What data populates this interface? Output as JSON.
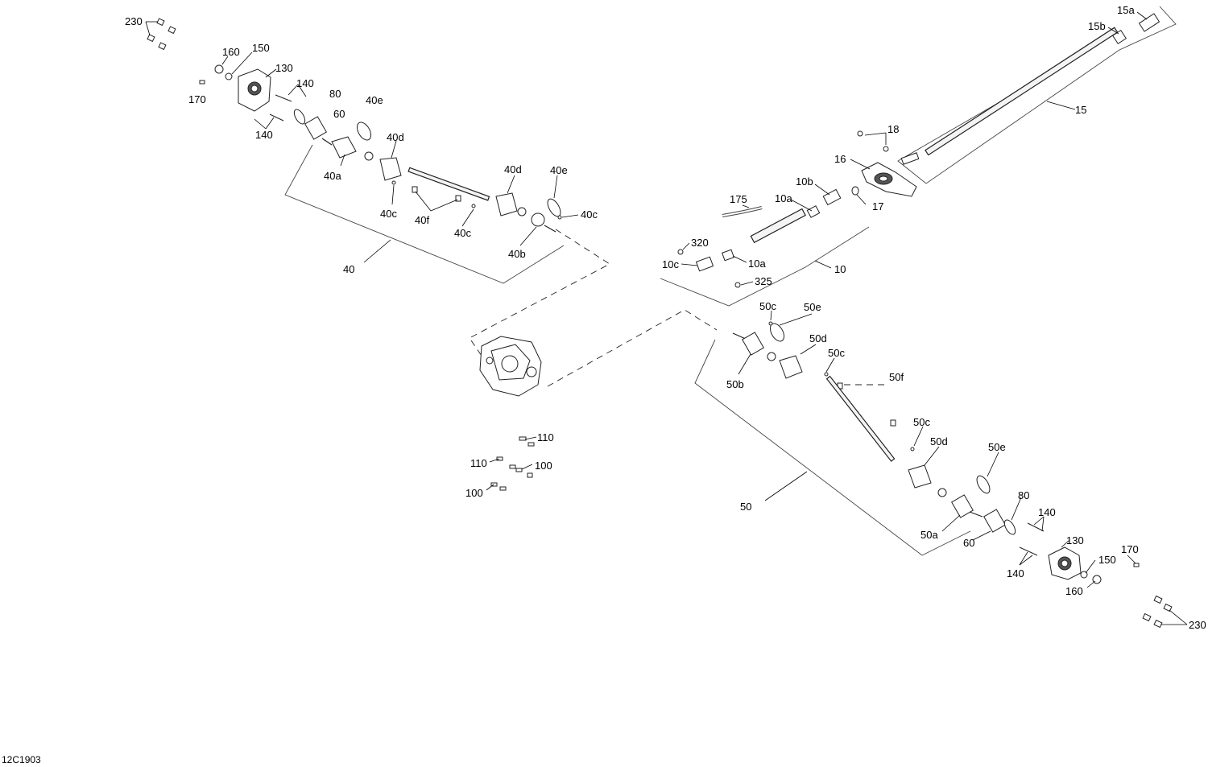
{
  "diagram": {
    "reference_code": "12C1903",
    "callouts": {
      "c230_tl": "230",
      "c160_l": "160",
      "c150_l": "150",
      "c130_l": "130",
      "c170_l": "170",
      "c140_l1": "140",
      "c140_l2": "140",
      "c80_l": "80",
      "c60_l": "60",
      "c40e_1": "40e",
      "c40d_1": "40d",
      "c40a": "40a",
      "c40c_1": "40c",
      "c40f": "40f",
      "c40c_2": "40c",
      "c40d_2": "40d",
      "c40e_2": "40e",
      "c40c_3": "40c",
      "c40b": "40b",
      "c40": "40",
      "c15a": "15a",
      "c15b": "15b",
      "c15": "15",
      "c18": "18",
      "c16": "16",
      "c17": "17",
      "c10b": "10b",
      "c175": "175",
      "c10a_1": "10a",
      "c320": "320",
      "c10c": "10c",
      "c10a_2": "10a",
      "c10": "10",
      "c325": "325",
      "c50c_1": "50c",
      "c50e_1": "50e",
      "c50d_1": "50d",
      "c50c_2": "50c",
      "c50b": "50b",
      "c50f": "50f",
      "c50c_3": "50c",
      "c50d_2": "50d",
      "c50e_2": "50e",
      "c80_r": "80",
      "c140_r1": "140",
      "c50": "50",
      "c50a": "50a",
      "c60_r": "60",
      "c130_r": "130",
      "c170_r": "170",
      "c150_r": "150",
      "c140_r2": "140",
      "c160_r": "160",
      "c230_br": "230",
      "c110_a": "110",
      "c110_b": "110",
      "c100_a": "100",
      "c100_b": "100"
    }
  }
}
